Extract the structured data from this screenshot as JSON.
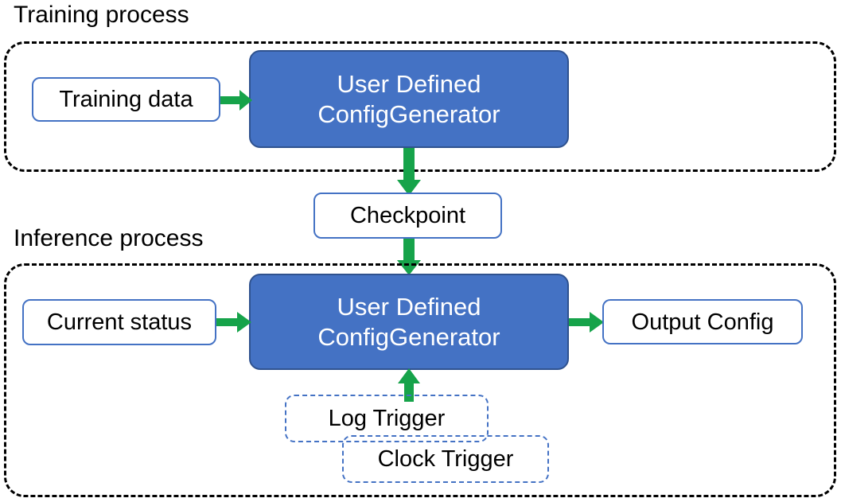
{
  "diagram": {
    "title_training": "Training process",
    "title_inference": "Inference process",
    "colors": {
      "accent_blue_fill": "#4472C4",
      "accent_blue_border": "#2F528F",
      "box_outline_blue": "#4472C4",
      "arrow_green": "#16A34A",
      "container_dashed": "#000000",
      "text_dark": "#000000",
      "text_light": "#FFFFFF",
      "background": "#FFFFFF"
    },
    "training": {
      "label": "Training process",
      "input_box": "Training data",
      "processor_line1": "User Defined",
      "processor_line2": "ConfigGenerator"
    },
    "checkpoint": {
      "label": "Checkpoint"
    },
    "inference": {
      "label": "Inference process",
      "input_box": "Current status",
      "processor_line1": "User Defined",
      "processor_line2": "ConfigGenerator",
      "output_box": "Output Config",
      "trigger_log": "Log Trigger",
      "trigger_clock": "Clock Trigger"
    }
  }
}
